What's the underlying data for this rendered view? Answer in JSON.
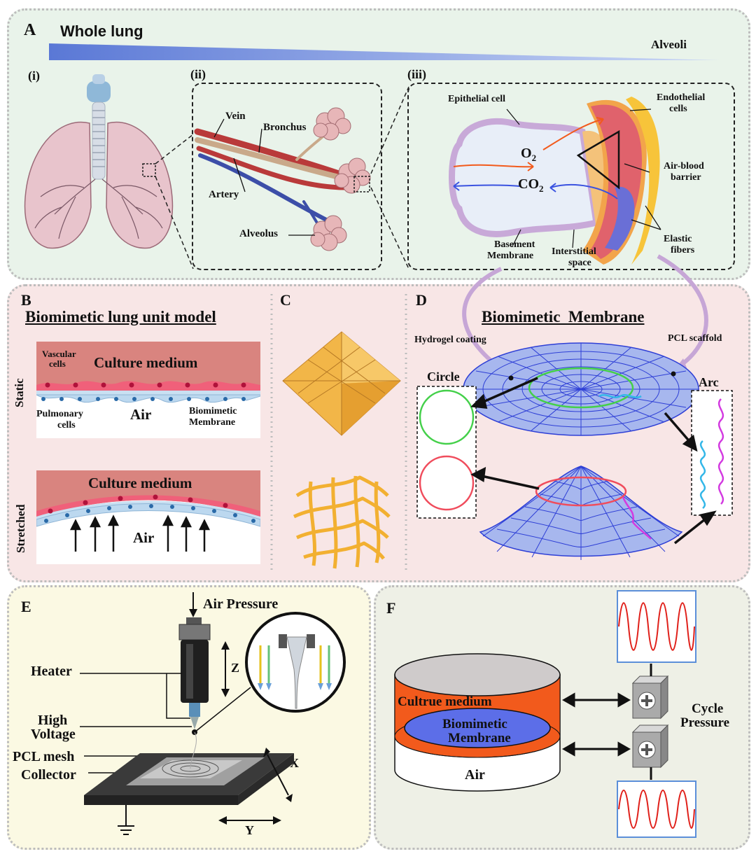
{
  "colors": {
    "panel_a": "#e9f3ea",
    "panel_bcd": "#f8e6e6",
    "panel_e": "#fbf9e3",
    "panel_f": "#eef0e6",
    "medium": "#d9847f",
    "membrane_blue": "#5e72e4",
    "scaffold_blue": "#2e3fd6",
    "ring_green": "#44d04a",
    "ring_red": "#f04c5c",
    "wave_cyan": "#33b7e8",
    "wave_magenta": "#d33ae0",
    "gold": "#f0b540",
    "orange_medium": "#f25a1c"
  },
  "panel_a": {
    "letter": "A",
    "gradient_left": "Whole lung",
    "gradient_right": "Alveoli",
    "sub_i": "(i)",
    "sub_ii": "(ii)",
    "sub_iii": "(iii)",
    "ii_labels": {
      "vein": "Vein",
      "bronchus": "Bronchus",
      "artery": "Artery",
      "alveolus": "Alveolus"
    },
    "iii_labels": {
      "epithelial": "Epithelial cell",
      "endothelial_1": "Endothelial",
      "endothelial_2": "cells",
      "o2": "O",
      "o2_sub": "2",
      "co2": "CO",
      "co2_sub": "2",
      "barrier_1": "Air-blood",
      "barrier_2": "barrier",
      "basement_1": "Basement",
      "basement_2": "Membrane",
      "interstitial_1": "Interstitial",
      "interstitial_2": "space",
      "elastic_1": "Elastic",
      "elastic_2": "fibers"
    }
  },
  "panel_b": {
    "letter": "B",
    "title": "Biomimetic lung unit model",
    "static_label": "Static",
    "stretched_label": "Stretched",
    "vascular_1": "Vascular",
    "vascular_2": "cells",
    "medium_1": "Culture medium",
    "pulmonary_1": "Pulmonary",
    "pulmonary_2": "cells",
    "air_1": "Air",
    "biomimetic_1": "Biomimetic",
    "biomimetic_2": "Membrane",
    "medium_2": "Culture medium",
    "air_2": "Air"
  },
  "panel_c": {
    "letter": "C"
  },
  "panel_d": {
    "letter": "D",
    "title": "Biomimetic  Membrane",
    "hydrogel": "Hydrogel coating",
    "pcl": "PCL scaffold",
    "circle": "Circle",
    "arc": "Arc"
  },
  "panel_e": {
    "letter": "E",
    "air_pressure": "Air Pressure",
    "heater": "Heater",
    "z": "Z",
    "high_1": "High",
    "high_2": "Voltage",
    "pcl_mesh": "PCL mesh",
    "collector": "Collector",
    "x": "X",
    "y": "Y"
  },
  "panel_f": {
    "letter": "F",
    "medium": "Cultrue medium",
    "membrane_1": "Biomimetic",
    "membrane_2": "Membrane",
    "air": "Air",
    "cycle_1": "Cycle",
    "cycle_2": "Pressure"
  }
}
